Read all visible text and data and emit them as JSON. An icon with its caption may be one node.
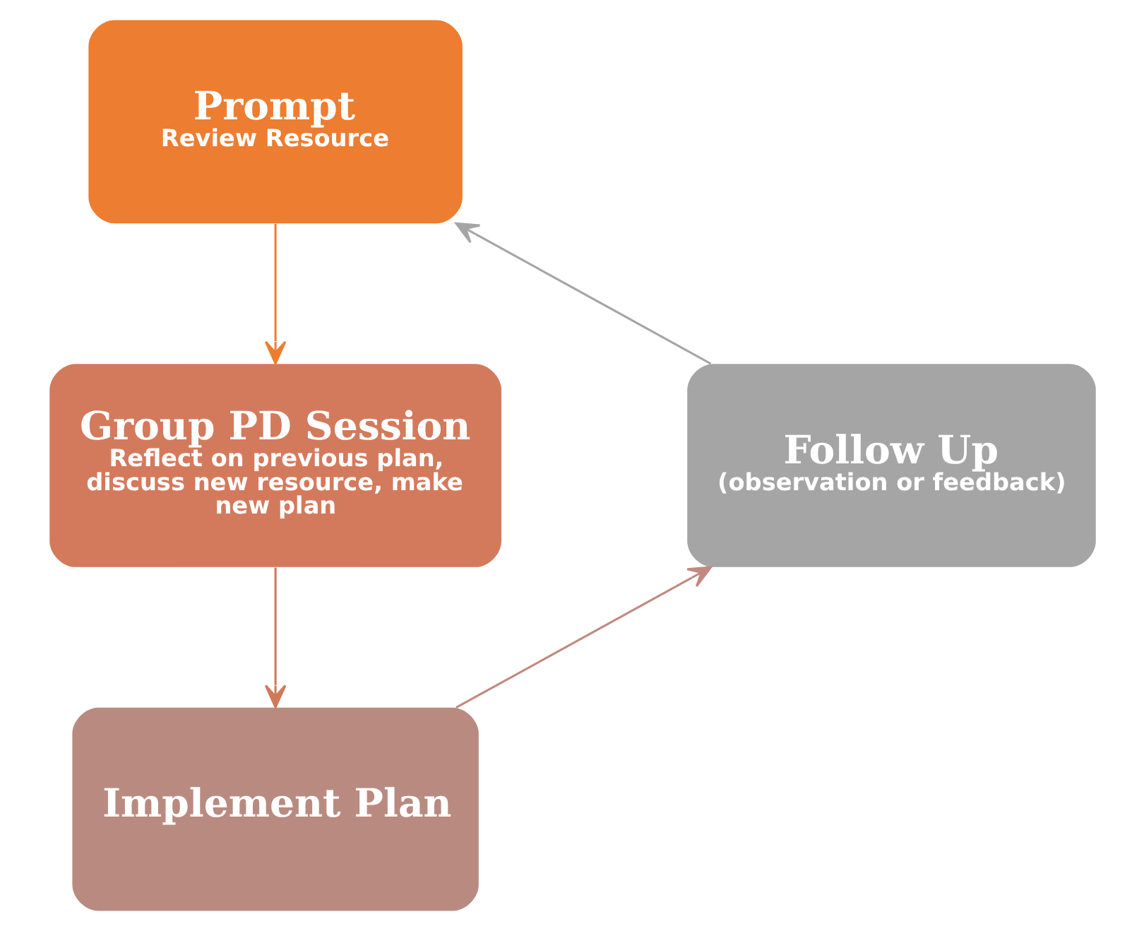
{
  "diagram": {
    "nodes": [
      {
        "text": [
          "Prompt",
          "Review Resource"
        ]
      },
      {
        "text": [
          "Group PD Session",
          "Reflect on previous plan, discuss new resource, make new plan"
        ]
      },
      {
        "text": [
          "Implement Plan"
        ]
      },
      {
        "text": [
          "Follow Up",
          "(observation or feedback)"
        ]
      }
    ],
    "edges": [
      {
        "from": 0,
        "to": 1,
        "arrow": "to",
        "color": "#ed7d31"
      },
      {
        "from": 1,
        "to": 2,
        "arrow": "to",
        "color": "#d0785a"
      },
      {
        "from": 2,
        "to": 3,
        "arrow": "to",
        "color": "#c08a80"
      },
      {
        "from": 3,
        "to": 0,
        "arrow": "to",
        "color": "#a5a5a5"
      }
    ]
  }
}
